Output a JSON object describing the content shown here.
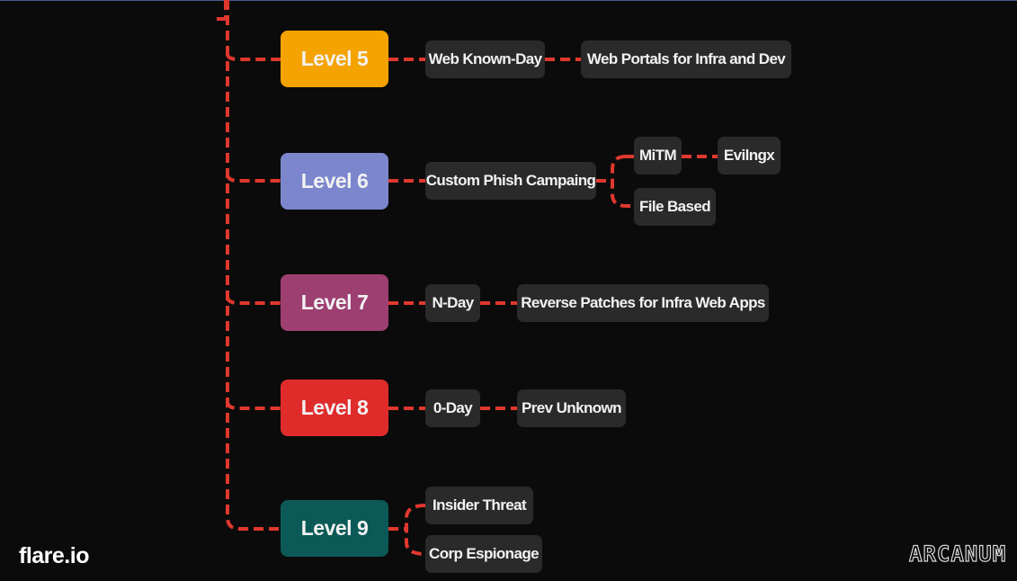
{
  "diagram": {
    "line_color": "#e0382e",
    "levels": [
      {
        "label": "Level 5",
        "color": "#f5a300",
        "children": [
          {
            "label": "Web Known-Day"
          },
          {
            "label": "Web Portals for Infra and Dev"
          }
        ]
      },
      {
        "label": "Level 6",
        "color": "#7b86cc",
        "children": [
          {
            "label": "Custom Phish Campaing"
          },
          {
            "label": "MiTM"
          },
          {
            "label": "Evilngx"
          },
          {
            "label": "File Based"
          }
        ]
      },
      {
        "label": "Level 7",
        "color": "#9e3f72",
        "children": [
          {
            "label": "N-Day"
          },
          {
            "label": "Reverse Patches for Infra Web Apps"
          }
        ]
      },
      {
        "label": "Level 8",
        "color": "#e02b2b",
        "children": [
          {
            "label": "0-Day"
          },
          {
            "label": "Prev Unknown"
          }
        ]
      },
      {
        "label": "Level 9",
        "color": "#0b5a57",
        "children": [
          {
            "label": "Insider Threat"
          },
          {
            "label": "Corp Espionage"
          }
        ]
      }
    ]
  },
  "branding": {
    "left_logo": "flare.io",
    "right_logo": "ARCANUM"
  }
}
